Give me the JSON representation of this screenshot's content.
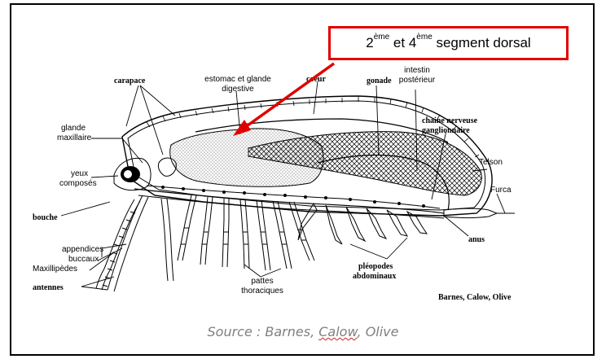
{
  "callout": {
    "part1": "2",
    "sup1": "ème",
    "part2": " et 4",
    "sup2": "ème",
    "part3": " segment dorsal"
  },
  "labels": {
    "carapace": "carapace",
    "estomac_1": "estomac et glande",
    "estomac_2": "digestive",
    "coeur": "coeur",
    "gonade": "gonade",
    "intestin_1": "intestin",
    "intestin_2": "postérieur",
    "chaine_1": "chaine nerveuse",
    "chaine_2": "ganglionnaire",
    "glande_1": "glande",
    "glande_2": "maxillaire",
    "yeux_1": "yeux",
    "yeux_2": "composés",
    "bouche": "bouche",
    "appendices_1": "appendices",
    "appendices_2": "buccaux",
    "maxillipedes": "Maxillipèdes",
    "antennes": "antennes",
    "pattes_1": "pattes",
    "pattes_2": "thoraciques",
    "pleopodes_1": "pléopodes",
    "pleopodes_2": "abdominaux",
    "anus": "anus",
    "telson": "Telson",
    "furca": "Furca",
    "credit": "Barnes, Calow, Olive"
  },
  "source": {
    "prefix": "Source : Barnes, ",
    "underlined": "Calow",
    "suffix": ", Olive"
  },
  "colors": {
    "callout_border": "#e00000",
    "arrow": "#e00000",
    "source_text": "#7f7f7f"
  }
}
